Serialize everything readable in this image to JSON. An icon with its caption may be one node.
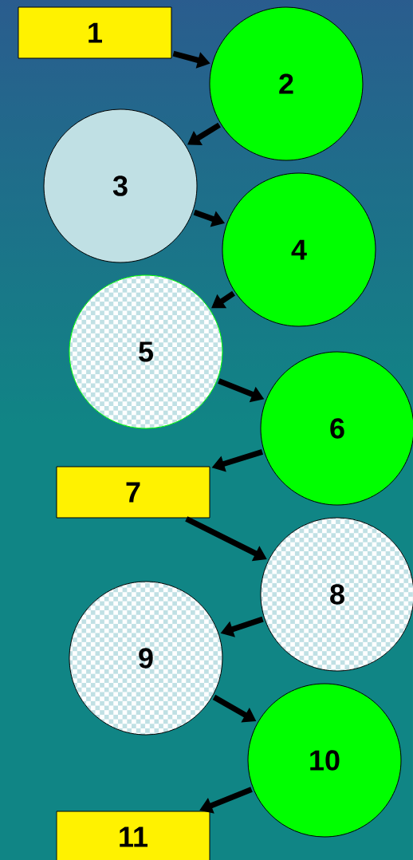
{
  "diagram": {
    "nodes": [
      {
        "text": [
          "1"
        ]
      },
      {
        "text": [
          "2"
        ]
      },
      {
        "text": [
          "3"
        ]
      },
      {
        "text": [
          "4"
        ]
      },
      {
        "text": [
          "5"
        ]
      },
      {
        "text": [
          "6"
        ]
      },
      {
        "text": [
          "7"
        ]
      },
      {
        "text": [
          "8"
        ]
      },
      {
        "text": [
          "9"
        ]
      },
      {
        "text": [
          "10"
        ]
      },
      {
        "text": [
          "11"
        ]
      }
    ],
    "edges": [
      {
        "from": 0,
        "to": 1,
        "arrow": "to"
      },
      {
        "from": 1,
        "to": 2,
        "arrow": "to"
      },
      {
        "from": 2,
        "to": 3,
        "arrow": "to"
      },
      {
        "from": 3,
        "to": 4,
        "arrow": "to"
      },
      {
        "from": 4,
        "to": 5,
        "arrow": "to"
      },
      {
        "from": 5,
        "to": 6,
        "arrow": "to"
      },
      {
        "from": 6,
        "to": 7,
        "arrow": "to"
      },
      {
        "from": 7,
        "to": 8,
        "arrow": "to"
      },
      {
        "from": 8,
        "to": 9,
        "arrow": "to"
      },
      {
        "from": 9,
        "to": 10,
        "arrow": "to"
      }
    ]
  }
}
